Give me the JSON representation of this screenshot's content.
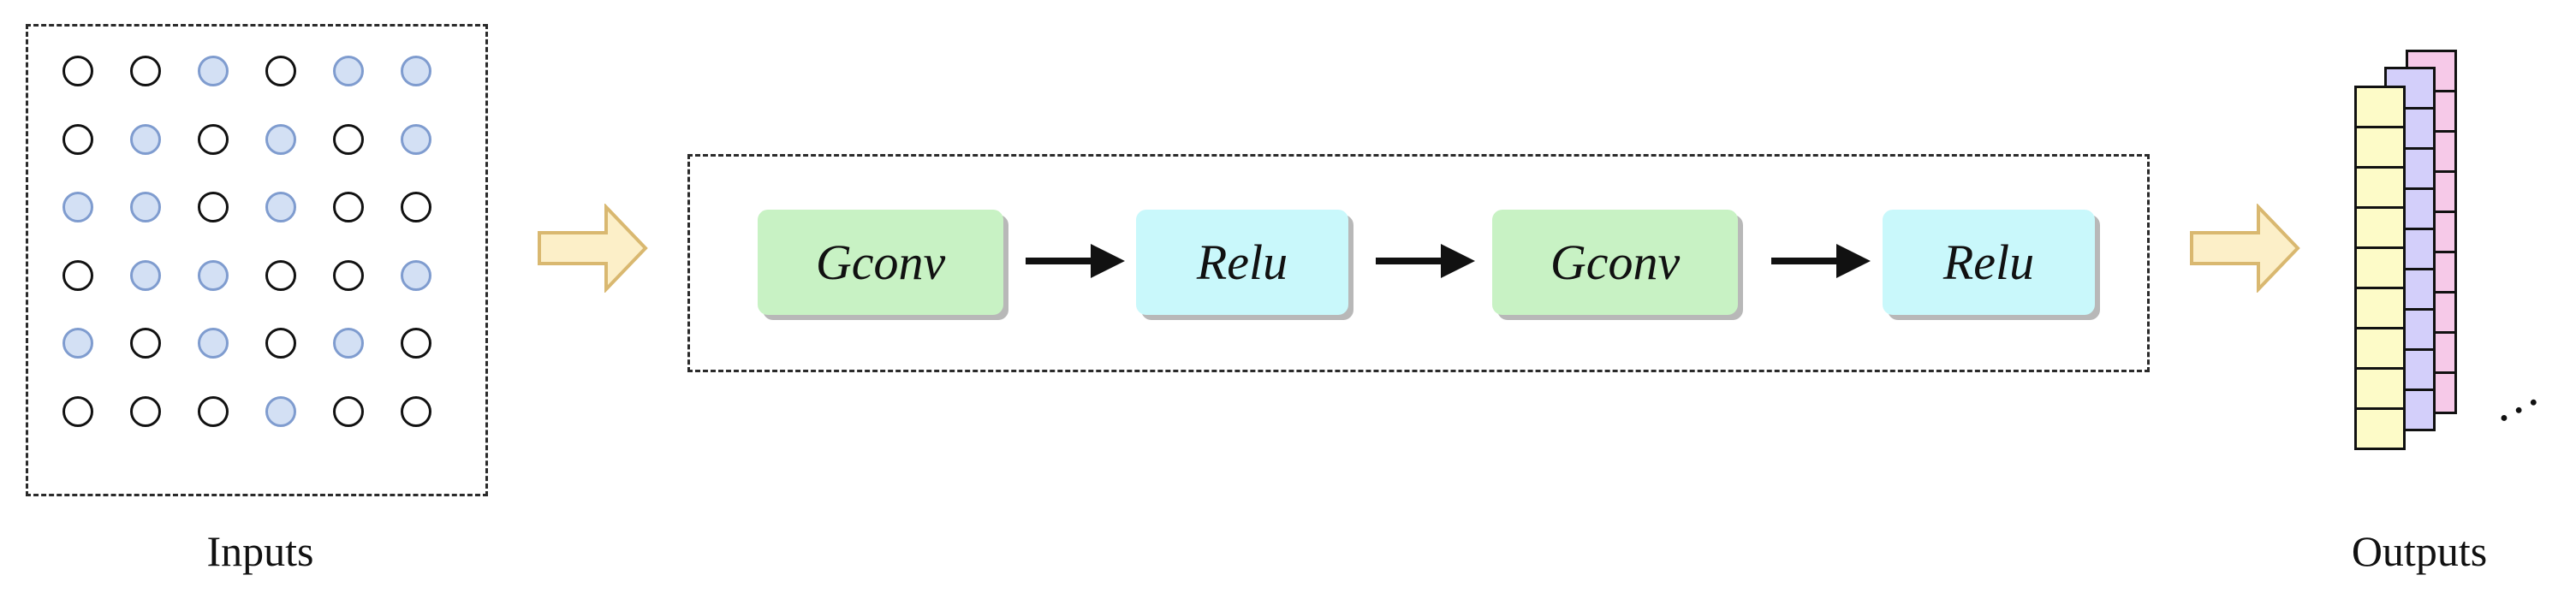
{
  "inputs": {
    "label": "Inputs",
    "rows": [
      [
        0,
        0,
        1,
        0,
        1,
        1
      ],
      [
        0,
        1,
        0,
        1,
        0,
        1
      ],
      [
        1,
        1,
        0,
        1,
        0,
        0
      ],
      [
        0,
        1,
        1,
        0,
        0,
        1
      ],
      [
        1,
        0,
        1,
        0,
        1,
        0
      ],
      [
        0,
        0,
        0,
        1,
        0,
        0
      ]
    ]
  },
  "pipeline": {
    "blocks": [
      {
        "label": "Gconv",
        "kind": "gconv"
      },
      {
        "label": "Relu",
        "kind": "relu"
      },
      {
        "label": "Gconv",
        "kind": "gconv"
      },
      {
        "label": "Relu",
        "kind": "relu"
      }
    ]
  },
  "outputs": {
    "label": "Outputs",
    "ellipsis": "…",
    "stack_colors": [
      "#f6c9e8",
      "#d3cffa",
      "#fdfbc8"
    ],
    "cells_per_column": 9
  },
  "colors": {
    "flow_arrow_fill": "#fcefc8",
    "flow_arrow_stroke": "#d9b870",
    "active_node_fill": "#d3e0f4",
    "active_node_stroke": "#7f9ccf",
    "gconv_fill": "#c8f2c4",
    "relu_fill": "#c9f8fb"
  }
}
